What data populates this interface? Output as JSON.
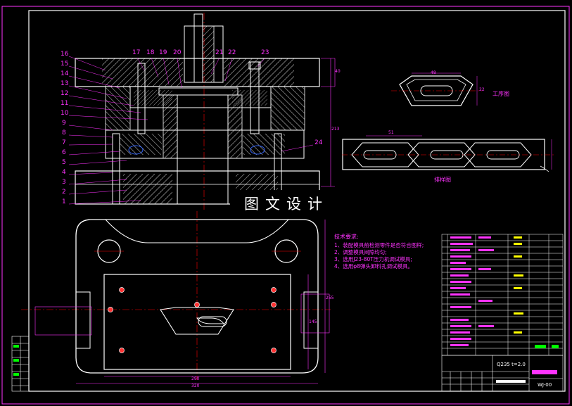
{
  "overlay_title": "图文设计",
  "part_numbers_left": [
    "16",
    "15",
    "14",
    "13",
    "12",
    "11",
    "10",
    "9",
    "8",
    "7",
    "6",
    "5",
    "4",
    "3",
    "2",
    "1"
  ],
  "part_numbers_top": [
    "17",
    "18",
    "19",
    "20",
    "21",
    "22",
    "23"
  ],
  "part_number_right": "24",
  "view_labels": {
    "part_view": "工序图",
    "strip_view": "排样图"
  },
  "tech_notes": {
    "heading": "技术要求:",
    "items": [
      "1、装配模具前检测零件是否符合图样;",
      "2、调整模具间隙均匀;",
      "3、选用J23-80T压力机调试模具;",
      "4、选用φ8弹头卸料孔调试模具。"
    ]
  },
  "dimensions": {
    "die_width_inner": "290",
    "die_width_outer": "320",
    "die_height": "255",
    "plate_height": "145",
    "top_height": "40",
    "total_height": "213",
    "part_length": "48",
    "part_height": "22",
    "strip_pitch": "51"
  },
  "title_block": {
    "material": "Q235 t=2.0",
    "drawing_no": "WJ-00"
  },
  "colors": {
    "background": "#000000",
    "outline": "#ffffff",
    "dimension": "#ff33ff",
    "center_line": "#ff0000",
    "hatch": "#ffffff",
    "part_green": "#00ff00",
    "part_yellow": "#ffff00",
    "part_cyan": "#00ffff",
    "frame": "#ff33ff"
  }
}
